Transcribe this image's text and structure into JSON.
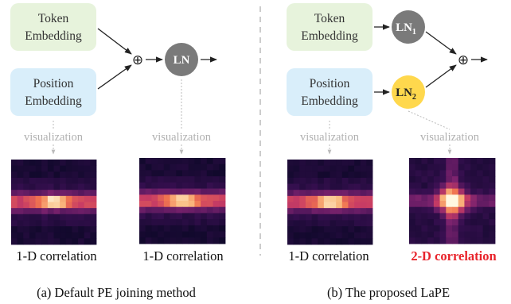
{
  "left_panel": {
    "token_embedding": [
      "Token",
      "Embedding"
    ],
    "position_embedding": [
      "Position",
      "Embedding"
    ],
    "sum_symbol": "⊕",
    "ln_label": "LN",
    "visualization_left": "visualization",
    "visualization_right": "visualization",
    "correlation_left": "1-D correlation",
    "correlation_right": "1-D correlation",
    "caption": "(a) Default PE joining method"
  },
  "right_panel": {
    "token_embedding": [
      "Token",
      "Embedding"
    ],
    "position_embedding": [
      "Position",
      "Embedding"
    ],
    "ln1_label": "LN",
    "ln1_sub": "1",
    "ln2_label": "LN",
    "ln2_sub": "2",
    "sum_symbol": "⊕",
    "visualization_left": "visualization",
    "visualization_right": "visualization",
    "correlation_left": "1-D correlation",
    "correlation_right": "2-D correlation",
    "caption": "(b) The proposed LaPE"
  },
  "colors": {
    "token_box": "#e7f3dc",
    "position_box": "#d9eefa",
    "ln_gray": "#7a7a7a",
    "ln_yellow": "#ffd84d",
    "highlight_red": "#e8232b",
    "divider": "#b0b0b0",
    "heatmap_dark": "#1a0b2e",
    "heatmap_mid": "#8a2a6a",
    "heatmap_hot": "#f07850",
    "heatmap_bright": "#fff3d6"
  }
}
